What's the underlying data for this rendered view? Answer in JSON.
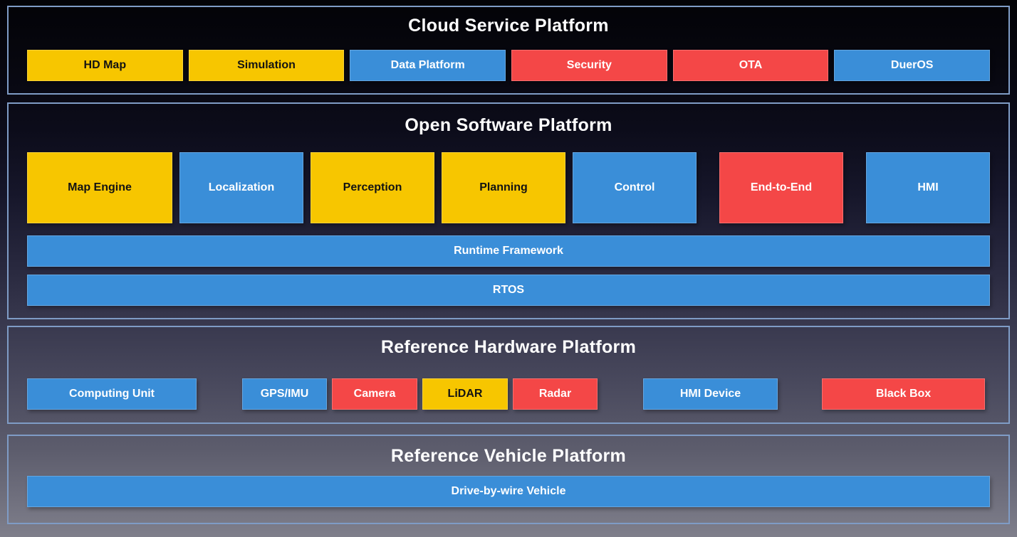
{
  "colors": {
    "yellow": "#F7C600",
    "blue": "#3A8ED8",
    "red": "#F44747",
    "panel_border": "#7F9CC6",
    "title_text": "#FFFFFF",
    "text_on": {
      "yellow": "#131313",
      "blue": "#FFFFFF",
      "red": "#FFFFFF"
    }
  },
  "sections": {
    "cloud": {
      "title": "Cloud Service Platform",
      "items": [
        {
          "label": "HD Map",
          "color": "yellow"
        },
        {
          "label": "Simulation",
          "color": "yellow"
        },
        {
          "label": "Data Platform",
          "color": "blue"
        },
        {
          "label": "Security",
          "color": "red"
        },
        {
          "label": "OTA",
          "color": "red"
        },
        {
          "label": "DuerOS",
          "color": "blue"
        }
      ]
    },
    "software": {
      "title": "Open Software Platform",
      "modules": [
        {
          "label": "Map Engine",
          "color": "yellow"
        },
        {
          "label": "Localization",
          "color": "blue"
        },
        {
          "label": "Perception",
          "color": "yellow"
        },
        {
          "label": "Planning",
          "color": "yellow"
        },
        {
          "label": "Control",
          "color": "blue"
        },
        {
          "label": "End-to-End",
          "color": "red"
        },
        {
          "label": "HMI",
          "color": "blue"
        }
      ],
      "bars": [
        {
          "label": "Runtime Framework",
          "color": "blue"
        },
        {
          "label": "RTOS",
          "color": "blue"
        }
      ]
    },
    "hardware": {
      "title": "Reference Hardware Platform",
      "items": [
        {
          "label": "Computing Unit",
          "color": "blue"
        },
        {
          "label": "GPS/IMU",
          "color": "blue"
        },
        {
          "label": "Camera",
          "color": "red"
        },
        {
          "label": "LiDAR",
          "color": "yellow"
        },
        {
          "label": "Radar",
          "color": "red"
        },
        {
          "label": "HMI Device",
          "color": "blue"
        },
        {
          "label": "Black Box",
          "color": "red"
        }
      ]
    },
    "vehicle": {
      "title": "Reference Vehicle Platform",
      "bars": [
        {
          "label": "Drive-by-wire Vehicle",
          "color": "blue"
        }
      ]
    }
  }
}
